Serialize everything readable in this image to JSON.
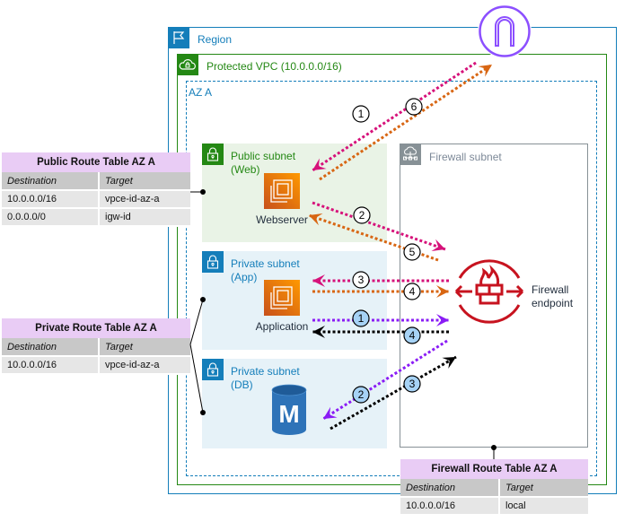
{
  "region": {
    "label": "Region",
    "icon": "flag-icon",
    "color": "#147eba"
  },
  "vpc": {
    "label": "Protected VPC (10.0.0.0/16)",
    "icon": "cloud-lock-icon",
    "color": "#248814"
  },
  "az": {
    "label": "AZ A",
    "color": "#147eba"
  },
  "subnets": {
    "public": {
      "label_line1": "Public subnet",
      "label_line2": "(Web)",
      "icon": "lock-icon",
      "color": "#248814"
    },
    "app": {
      "label_line1": "Private subnet",
      "label_line2": "(App)",
      "icon": "lock-icon",
      "color": "#147eba"
    },
    "db": {
      "label_line1": "Private subnet",
      "label_line2": "(DB)",
      "icon": "lock-icon",
      "color": "#147eba"
    },
    "firewall": {
      "label": "Firewall subnet",
      "icon": "cloud-network-icon",
      "color": "#879196"
    }
  },
  "nodes": {
    "webserver": {
      "label": "Webserver",
      "icon": "ec2-instance-icon"
    },
    "application": {
      "label": "Application",
      "icon": "ec2-instance-icon"
    },
    "database": {
      "label": "M",
      "icon": "rds-database-icon"
    },
    "firewall_endpoint": {
      "label_line1": "Firewall",
      "label_line2": "endpoint",
      "icon": "network-firewall-icon",
      "color": "#c7131f"
    },
    "internet_gateway": {
      "icon": "internet-gateway-icon",
      "color": "#8c4fff"
    }
  },
  "route_tables": {
    "public": {
      "title": "Public Route Table AZ A",
      "headers": [
        "Destination",
        "Target"
      ],
      "rows": [
        [
          "10.0.0.0/16",
          "vpce-id-az-a"
        ],
        [
          "0.0.0.0/0",
          "igw-id"
        ]
      ]
    },
    "private": {
      "title": "Private Route Table AZ A",
      "headers": [
        "Destination",
        "Target"
      ],
      "rows": [
        [
          "10.0.0.0/16",
          "vpce-id-az-a"
        ]
      ]
    },
    "firewall": {
      "title": "Firewall Route Table AZ A",
      "headers": [
        "Destination",
        "Target"
      ],
      "rows": [
        [
          "10.0.0.0/16",
          "local"
        ]
      ]
    }
  },
  "flows": {
    "colors": {
      "magenta": "#d6127a",
      "orange": "#d86613",
      "purple": "#8a1cf5",
      "black": "#000000",
      "step_blue": "#a6d2f5"
    },
    "steps": [
      {
        "num": "1",
        "style": "white",
        "color": "magenta"
      },
      {
        "num": "6",
        "style": "white",
        "color": "orange"
      },
      {
        "num": "2",
        "style": "white",
        "color": "magenta"
      },
      {
        "num": "5",
        "style": "white",
        "color": "orange"
      },
      {
        "num": "3",
        "style": "white",
        "color": "magenta"
      },
      {
        "num": "4",
        "style": "white",
        "color": "orange"
      },
      {
        "num": "1",
        "style": "blue",
        "color": "purple"
      },
      {
        "num": "4",
        "style": "blue",
        "color": "black"
      },
      {
        "num": "2",
        "style": "blue",
        "color": "purple"
      },
      {
        "num": "3",
        "style": "blue",
        "color": "black"
      }
    ]
  }
}
